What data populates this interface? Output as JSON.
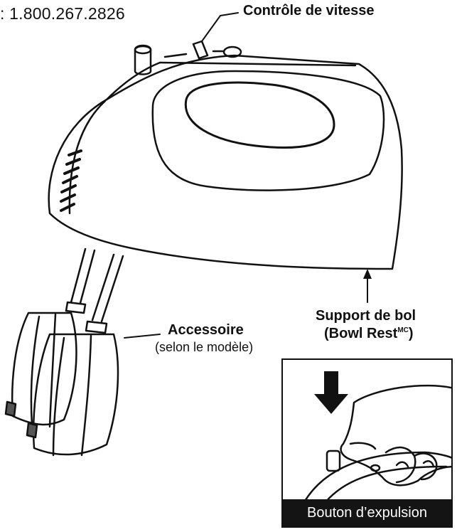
{
  "labels": {
    "phone": ": 1.800.267.2826",
    "speed_control": "Contrôle de vitesse",
    "attachment_title": "Accessoire",
    "attachment_note": "(selon le modèle)",
    "bowl_rest_line1": "Support de bol",
    "bowl_rest_line2_prefix": "(Bowl Rest",
    "bowl_rest_trademark": "MC",
    "bowl_rest_line2_suffix": ")",
    "eject_button": "Bouton d’expulsion"
  },
  "colors": {
    "ink": "#111111",
    "background": "#ffffff",
    "caption_bar": "#141414",
    "caption_text": "#ffffff"
  },
  "icons": [
    "down-arrow-icon"
  ]
}
